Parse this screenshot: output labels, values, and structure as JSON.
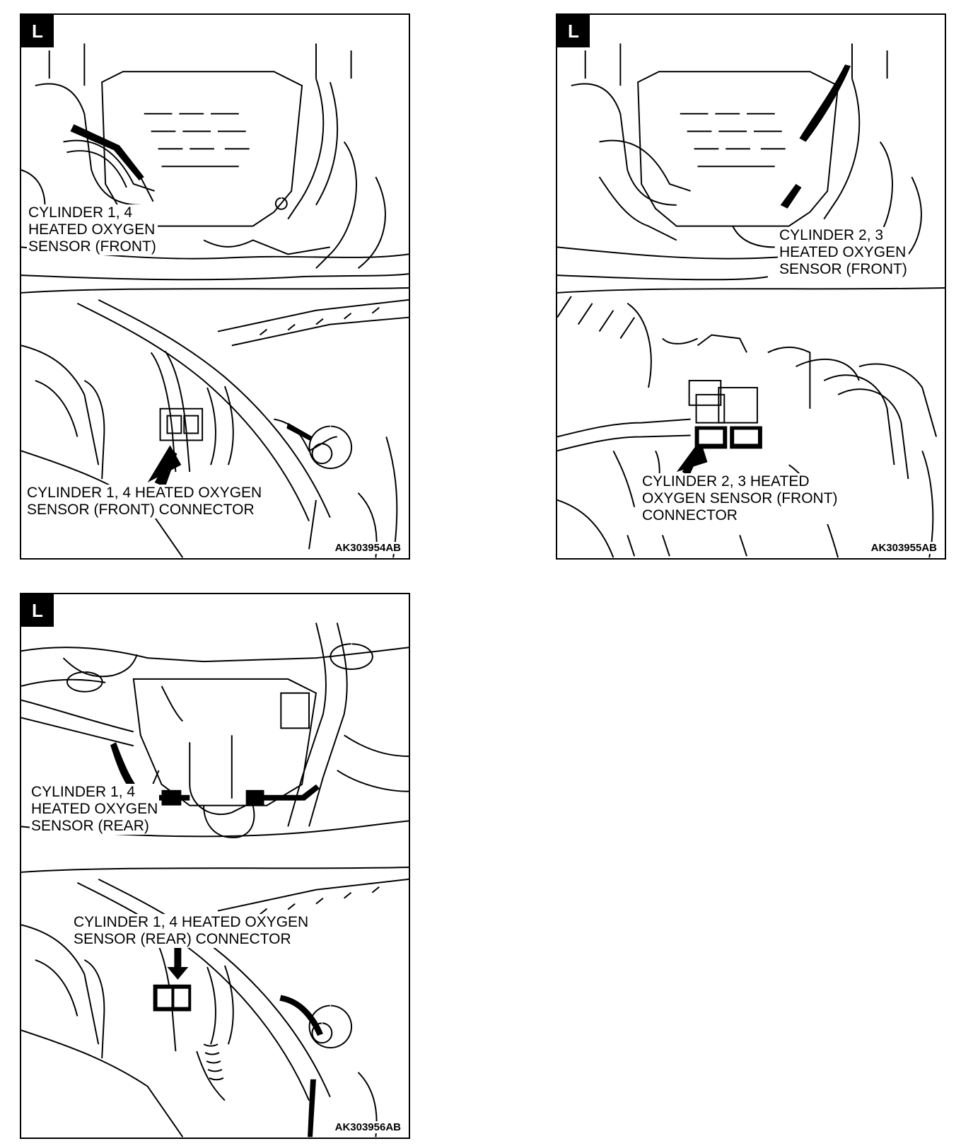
{
  "panels": [
    {
      "badge": "L",
      "figure_id": "AK303954AB",
      "callout_top": [
        "CYLINDER 1, 4",
        "HEATED OXYGEN",
        "SENSOR (FRONT)"
      ],
      "callout_bottom": [
        "CYLINDER 1, 4 HEATED OXYGEN",
        "SENSOR (FRONT) CONNECTOR"
      ]
    },
    {
      "badge": "L",
      "figure_id": "AK303955AB",
      "callout_top": [
        "CYLINDER 2, 3",
        "HEATED OXYGEN",
        "SENSOR (FRONT)"
      ],
      "callout_bottom": [
        "CYLINDER 2, 3 HEATED",
        "OXYGEN SENSOR (FRONT)",
        "CONNECTOR"
      ]
    },
    {
      "badge": "L",
      "figure_id": "AK303956AB",
      "callout_top": [
        "CYLINDER 1, 4",
        "HEATED OXYGEN",
        "SENSOR (REAR)"
      ],
      "callout_bottom": [
        "CYLINDER 1, 4 HEATED OXYGEN",
        "SENSOR (REAR) CONNECTOR"
      ]
    }
  ]
}
